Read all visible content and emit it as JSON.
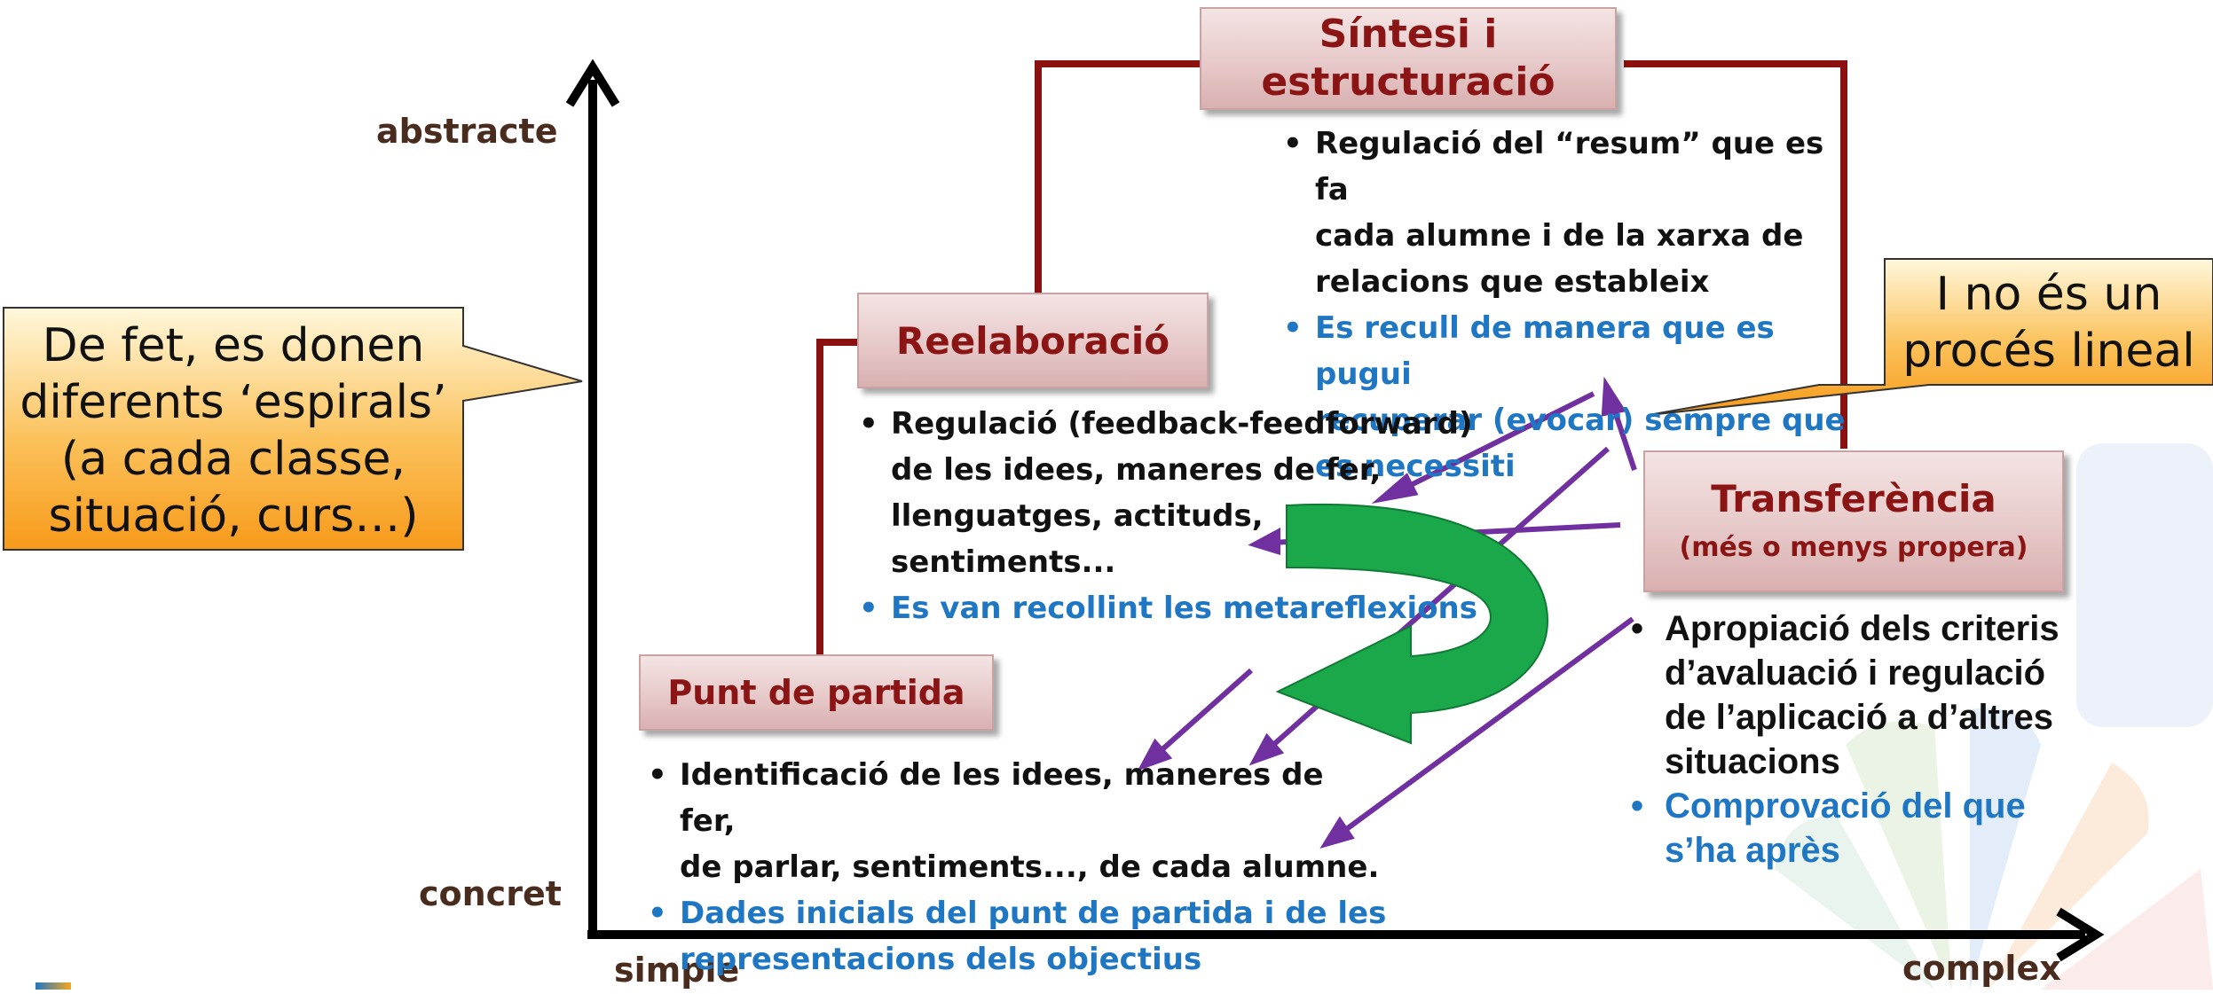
{
  "axes": {
    "y_top": "abstracte",
    "y_bottom": "concret",
    "x_left": "simple",
    "x_right": "complex"
  },
  "stages": {
    "sintesi": {
      "title_line1": "Síntesi i",
      "title_line2": "estructuració",
      "bullets": [
        {
          "lines": [
            "Regulació del “resum” que es fa",
            "cada alumne i de la xarxa de",
            "relacions que estableix"
          ],
          "color": "#111111"
        },
        {
          "lines": [
            "Es recull de manera que es pugui",
            "recuperar (evocar) sempre que",
            "es necessiti"
          ],
          "color": "#1f77c4"
        }
      ]
    },
    "reelaboracio": {
      "title": "Reelaboració",
      "bullets": [
        {
          "lines": [
            "Regulació (feedback-feedforward)",
            "de les idees, maneres de fer,",
            "llenguatges, actituds,",
            "sentiments..."
          ],
          "color": "#111111"
        },
        {
          "lines": [
            "Es van recollint les metareflexions"
          ],
          "color": "#1f77c4"
        }
      ]
    },
    "punt_partida": {
      "title": "Punt de partida",
      "bullets": [
        {
          "lines": [
            "Identificació de les idees, maneres de fer,",
            "de parlar, sentiments..., de cada alumne."
          ],
          "color": "#111111"
        },
        {
          "lines": [
            "Dades inicials del punt de partida i de les",
            "representacions dels objectius"
          ],
          "color": "#1f77c4"
        }
      ]
    },
    "transferencia": {
      "title": "Transferència",
      "subtitle": "(més o menys propera)",
      "bullets": [
        {
          "lines": [
            "Apropiació dels criteris",
            "d’avaluació i regulació",
            "de l’aplicació a d’altres",
            "situacions"
          ],
          "color": "#111111"
        },
        {
          "lines": [
            "Comprovació del que",
            "s’ha après"
          ],
          "color": "#1f77c4"
        }
      ]
    }
  },
  "callouts": {
    "left": [
      "De fet, es donen",
      "diferents ‘espirals’",
      "(a cada classe,",
      "situació, curs…)"
    ],
    "right": [
      "I no és un",
      "procés lineal"
    ]
  },
  "colors": {
    "stage_title": "#8b1414",
    "connector": "#8b1010",
    "arrows": "#7030a0",
    "big_arrow": "#1aa84a",
    "callout_fill_top": "#fff6d5",
    "callout_fill_bottom": "#f79a1a"
  },
  "icons": {
    "cycle_arrow": "green-curved-arrow-icon",
    "purple_arrows": "purple-arrow-icon"
  }
}
